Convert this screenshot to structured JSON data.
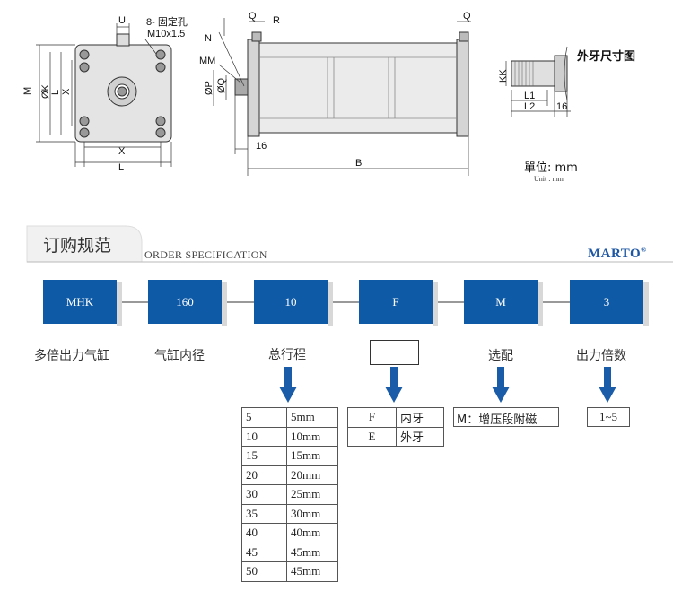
{
  "drawing": {
    "front": {
      "hole_label": "8- 固定孔",
      "hole_spec": "M10x1.5",
      "u": "U",
      "m": "M",
      "k": "ØK",
      "l_left": "L",
      "x_left": "X",
      "x_bottom": "X",
      "l_bottom": "L"
    },
    "side": {
      "q_left": "Q",
      "r": "R",
      "n": "N",
      "mm": "MM",
      "p": "ØP",
      "q2": "ØQ",
      "d16": "16",
      "b": "B",
      "q_right": "Q"
    },
    "thread": {
      "title": "外牙尺寸图",
      "kk": "KK",
      "l1": "L1",
      "l2": "L2",
      "d16": "16"
    },
    "unit": {
      "cn": "單位: mm",
      "en": "Unit : mm"
    }
  },
  "section": {
    "title": "订购规范",
    "subtitle": "ORDER SPECIFICATION",
    "brand": "MARTO",
    "brand_mark": "®"
  },
  "codes": [
    {
      "code": "MHK",
      "label": "多倍出力气缸"
    },
    {
      "code": "160",
      "label": "气缸内径"
    },
    {
      "code": "10",
      "label": "总行程"
    },
    {
      "code": "F",
      "label": ""
    },
    {
      "code": "M",
      "label": "选配"
    },
    {
      "code": "3",
      "label": "出力倍数"
    }
  ],
  "stroke_table": [
    [
      "5",
      "5mm"
    ],
    [
      "10",
      "10mm"
    ],
    [
      "15",
      "15mm"
    ],
    [
      "20",
      "20mm"
    ],
    [
      "30",
      "25mm"
    ],
    [
      "35",
      "30mm"
    ],
    [
      "40",
      "40mm"
    ],
    [
      "45",
      "45mm"
    ],
    [
      "50",
      "45mm"
    ]
  ],
  "thread_table": [
    [
      "F",
      "内牙"
    ],
    [
      "E",
      "外牙"
    ]
  ],
  "option": "M：增压段附磁",
  "ratio": "1~5",
  "colors": {
    "box_blue": "#0f5aa6",
    "arrow_blue": "#1a5ca8",
    "brand": "#1d56a3"
  }
}
